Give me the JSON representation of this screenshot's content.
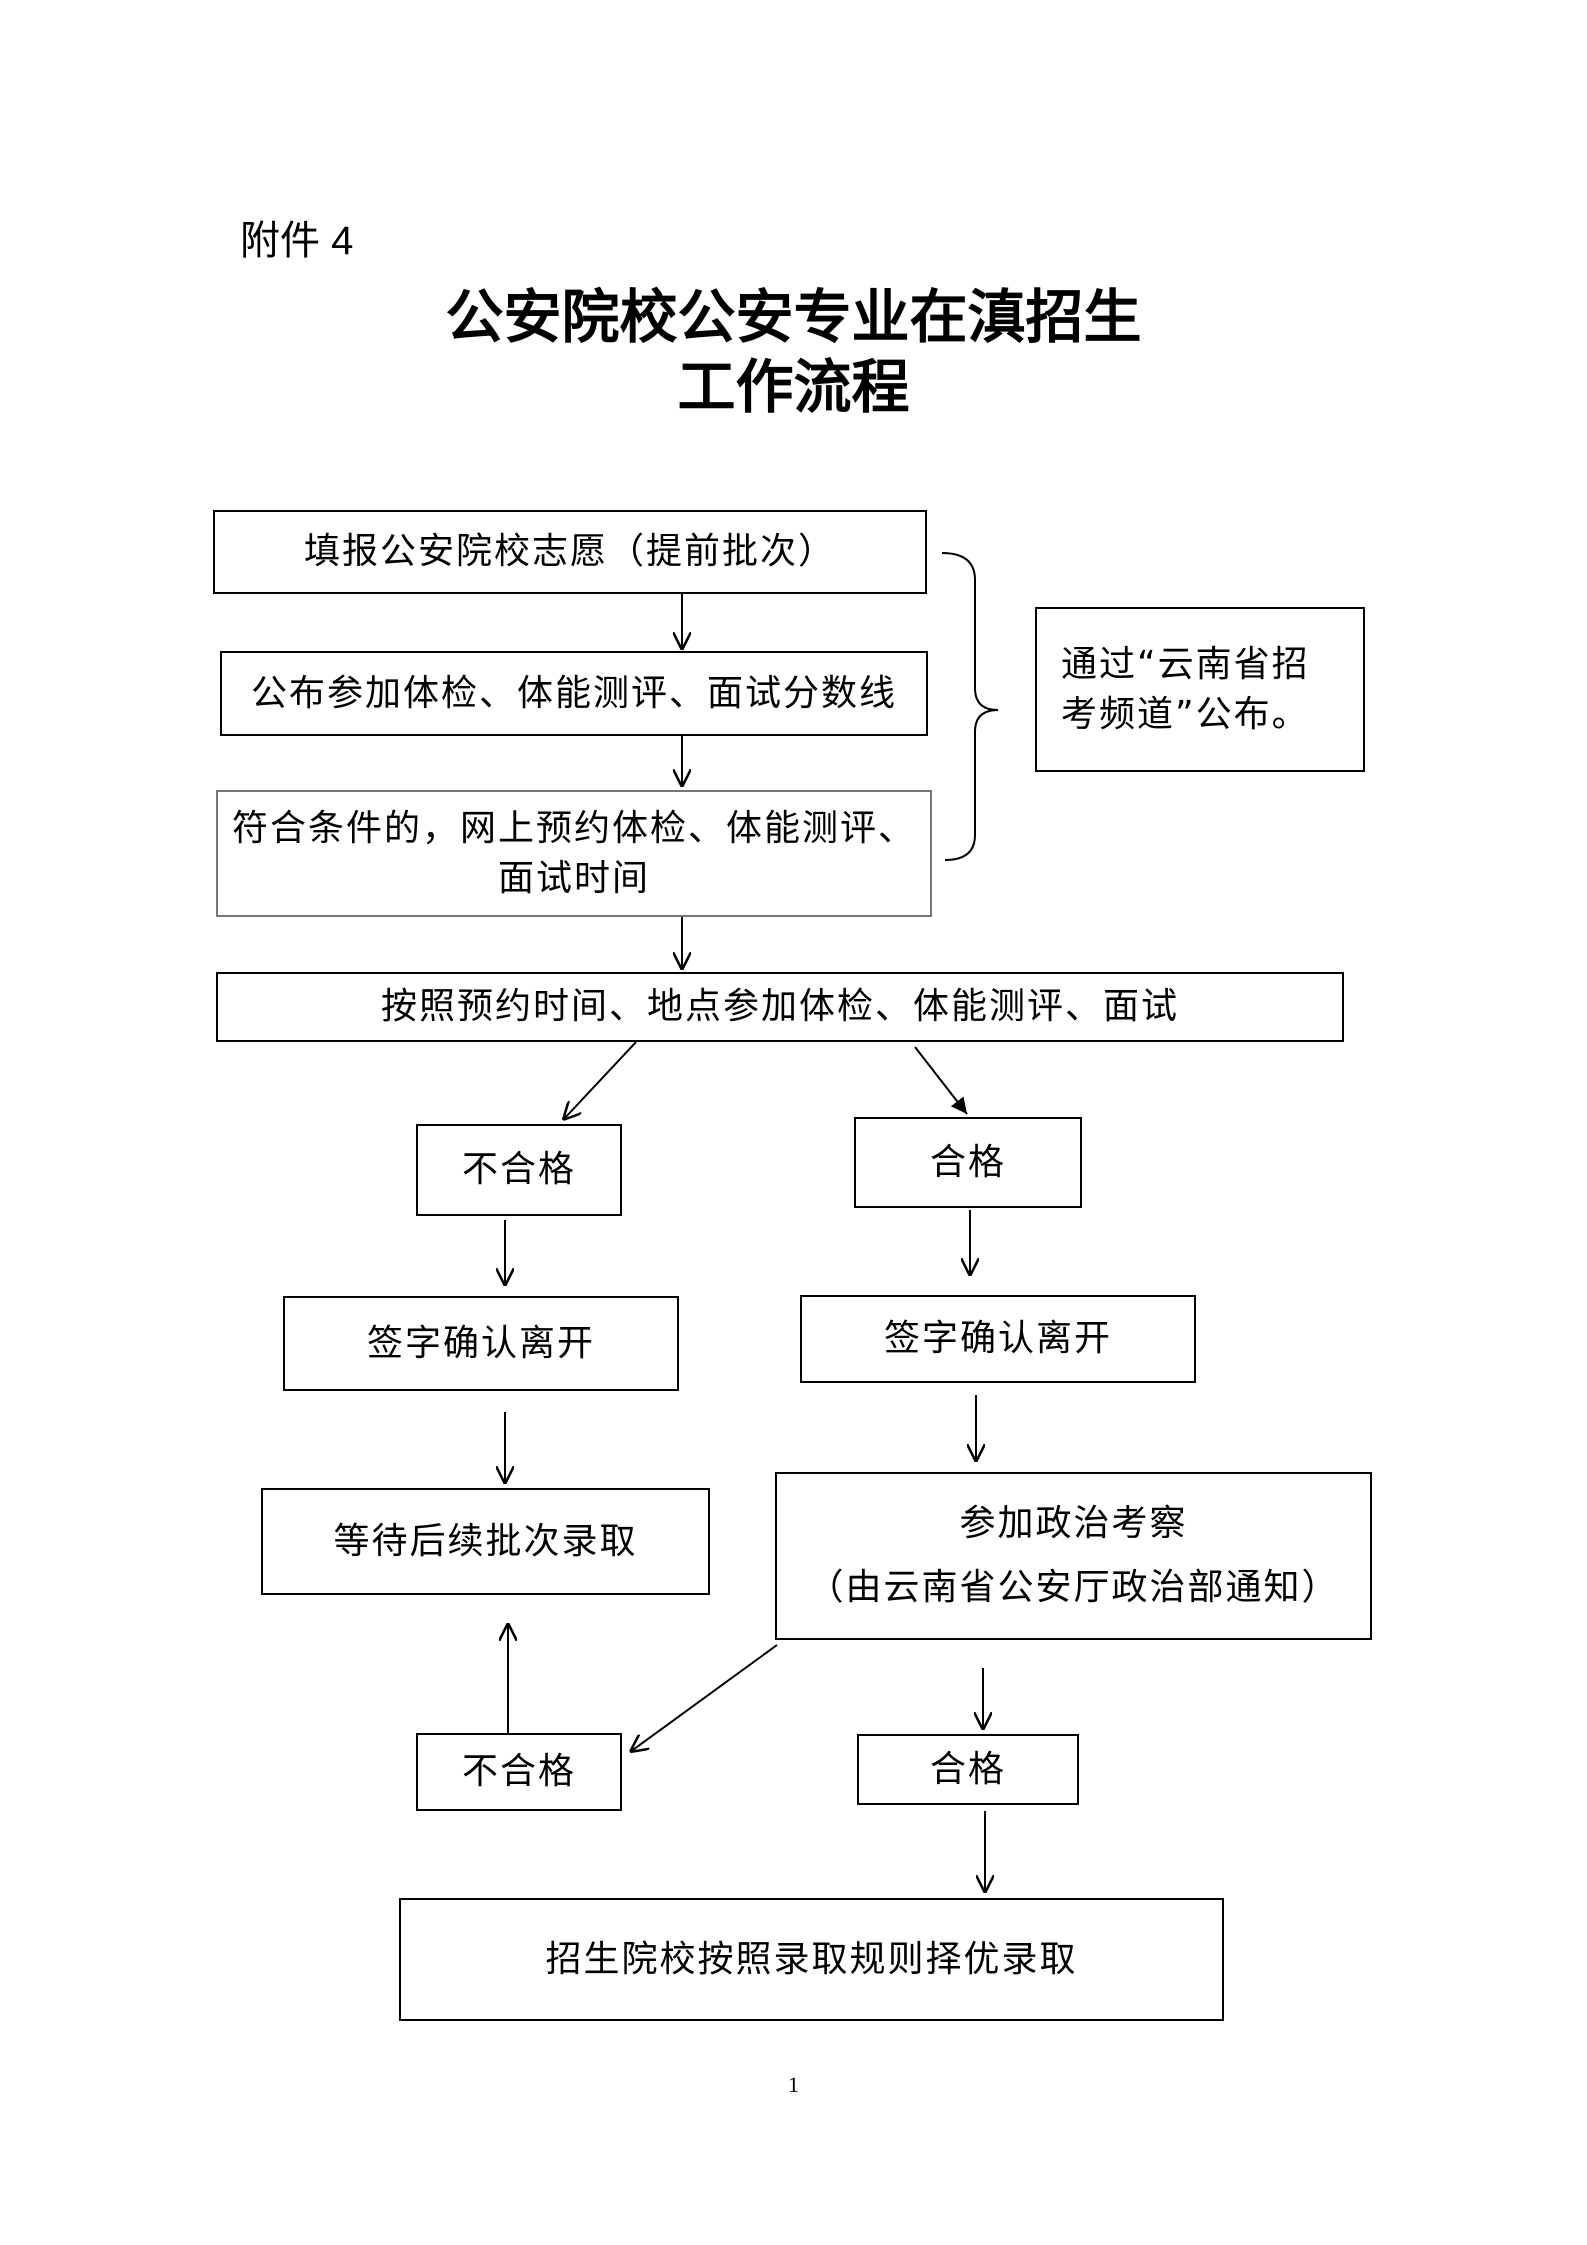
{
  "header": {
    "attachment_label": "附件 4"
  },
  "title": {
    "line1": "公安院校公安专业在滇招生",
    "line2": "工作流程"
  },
  "steps": {
    "fill_volunteer": "填报公安院校志愿（提前批次）",
    "publish_scores": "公布参加体检、体能测评、面试分数线",
    "book_online_line1": "符合条件的，网上预约体检、体能测评、",
    "book_online_line2": "面试时间",
    "attend_tests": "按照预约时间、地点参加体检、体能测评、面试",
    "fail_1": "不合格",
    "pass_1": "合格",
    "sign_leave_left": "签字确认离开",
    "sign_leave_right": "签字确认离开",
    "wait_later_batch": "等待后续批次录取",
    "political_review_line1": "参加政治考察",
    "political_review_line2": "（由云南省公安厅政治部通知）",
    "fail_2": "不合格",
    "pass_2": "合格",
    "final_admission": "招生院校按照录取规则择优录取"
  },
  "note": {
    "line1": "通过“云南省招",
    "line2": "考频道”公布。"
  },
  "footer": {
    "page_number": "1"
  }
}
